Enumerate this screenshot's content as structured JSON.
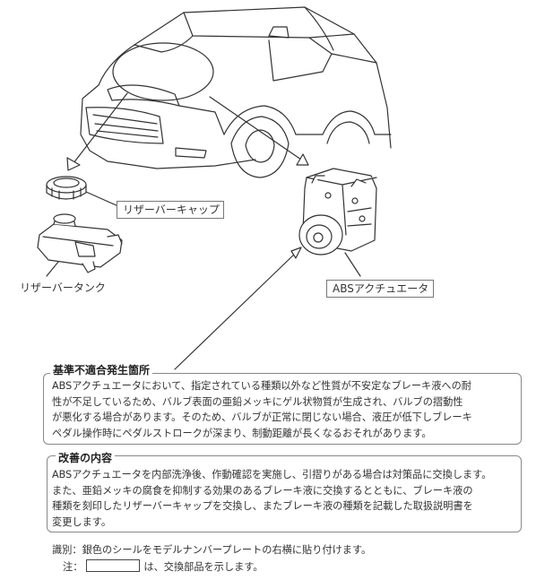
{
  "labels": {
    "reservoir_cap": "リザーバーキャップ",
    "reservoir_tank": "リザーバータンク",
    "abs_actuator": "ABSアクチュエータ"
  },
  "defect": {
    "heading": "基準不適合発生箇所",
    "lines": [
      "ABSアクチュエータにおいて、指定されている種類以外など性質が不安定なブレーキ液への耐",
      "性が不足しているため、バルブ表面の亜鉛メッキにゲル状物質が生成され、バルブの摺動性",
      "が悪化する場合があります。そのため、バルブが正常に閉じない場合、液圧が低下しブレーキ",
      "ペダル操作時にペダルストロークが深まり、制動距離が長くなるおそれがあります。"
    ]
  },
  "remedy": {
    "heading": "改善の内容",
    "lines": [
      "ABSアクチュエータを内部洗浄後、作動確認を実施し、引摺りがある場合は対策品に交換します。",
      "また、亜鉛メッキの腐食を抑制する効果のあるブレーキ液に交換するとともに、ブレーキ液の",
      "種類を刻印したリザーバーキャップを交換し、またブレーキ液の種類を記載した取扱説明書を",
      "変更します。"
    ]
  },
  "notes": {
    "identification": "識別：銀色のシールをモデルナンバープレートの右横に貼り付けます。",
    "legend_prefix": "注：",
    "legend_suffix": "は、交換部品を示します。"
  }
}
